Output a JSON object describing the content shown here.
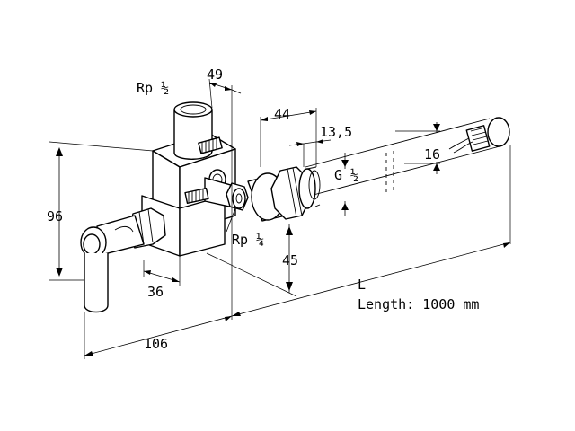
{
  "labels": {
    "rp_half": "Rp ½",
    "dim_49": "49",
    "dim_44": "44",
    "dim_13_5": "13,5",
    "dim_16": "16",
    "g_half": "G ½",
    "dim_96": "96",
    "rp_quarter": "Rp ¼",
    "dim_45": "45",
    "dim_36": "36",
    "dim_l": "L",
    "length_note": "Length: 1000 mm",
    "dim_106": "106"
  }
}
